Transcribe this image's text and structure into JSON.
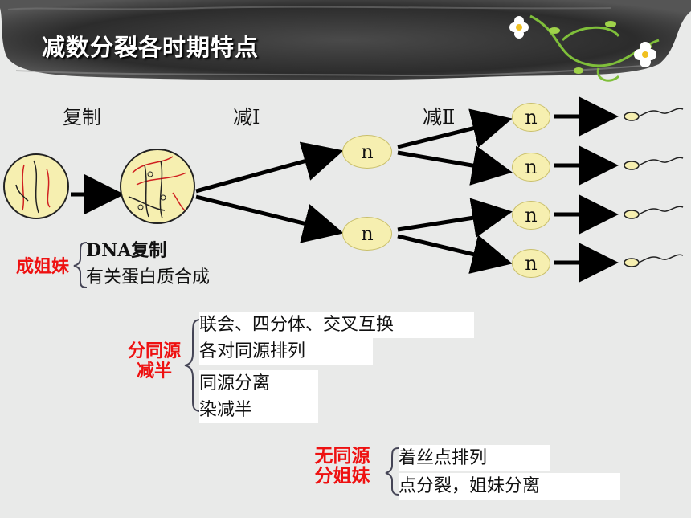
{
  "title": "减数分裂各时期特点",
  "stage_labels": {
    "replication": "复制",
    "meiosis1": "减Ⅰ",
    "meiosis2": "减Ⅱ"
  },
  "node_label": "n",
  "colors": {
    "node_fill": "#f6efb0",
    "accent_red": "#ee1111",
    "arrow": "#000000",
    "chromosome_red": "#e02020"
  },
  "interphase": {
    "label": "成姐妹",
    "lines": [
      "DNA复制",
      "有关蛋白质合成"
    ]
  },
  "meiosis1": {
    "label_lines": [
      "分同源",
      "减半"
    ],
    "lines": [
      "联会、四分体、交叉互换",
      "各对同源排列",
      "同源分离",
      "染减半"
    ]
  },
  "meiosis2": {
    "label_lines": [
      "无同源",
      "分姐妹"
    ],
    "lines": [
      "着丝点排列",
      "点分裂，姐妹分离"
    ]
  }
}
